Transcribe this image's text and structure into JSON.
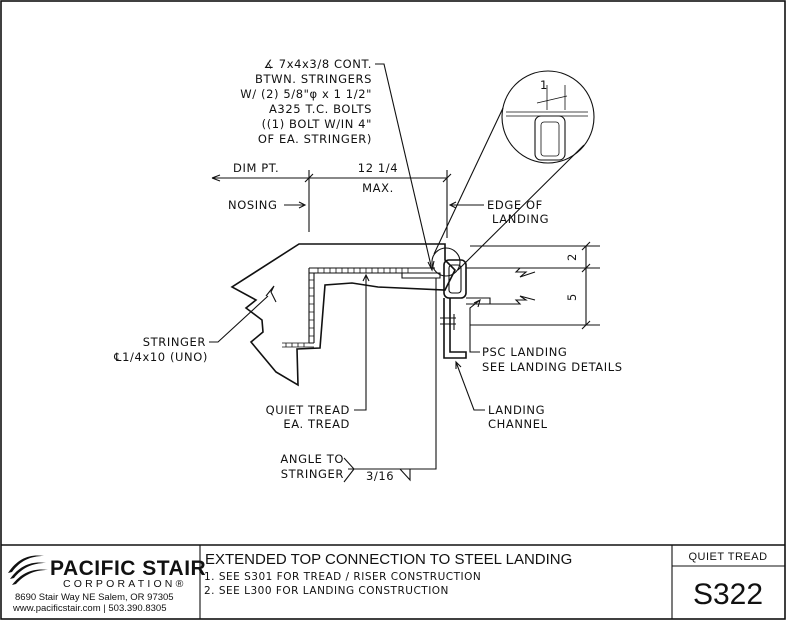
{
  "labels": {
    "angle_callout": [
      "∡ 7x4x3/8 CONT.",
      "BTWN. STRINGERS",
      "W/ (2) 5/8\"φ x 1 1/2\"",
      "A325 T.C. BOLTS",
      "((1) BOLT W/IN 4\"",
      "OF EA. STRINGER)"
    ],
    "dim_pt": "DIM PT.",
    "dim_value": "12 1/4",
    "dim_max": "MAX.",
    "nosing": "NOSING",
    "edge_of_landing": [
      "EDGE OF",
      "LANDING"
    ],
    "stringer": [
      "STRINGER",
      "℄1/4x10 (UNO)"
    ],
    "quiet_tread": [
      "QUIET TREAD",
      "EA. TREAD"
    ],
    "angle_to_stringer": [
      "ANGLE TO",
      "STRINGER"
    ],
    "weld_size": "3/16",
    "psc_landing": [
      "PSC LANDING",
      "SEE LANDING DETAILS"
    ],
    "landing_channel": [
      "LANDING",
      "CHANNEL"
    ],
    "dim_2": "2",
    "dim_5": "5",
    "detail_dim": "1"
  },
  "title_block": {
    "company": "PACIFIC STAIR",
    "corporation": "CORPORATION®",
    "address": "8690 Stair Way NE Salem, OR 97305",
    "contact": "www.pacificstair.com  |  503.390.8305",
    "title": "EXTENDED TOP CONNECTION TO STEEL LANDING",
    "notes": [
      "1. SEE S301 FOR TREAD / RISER CONSTRUCTION",
      "2. SEE L300 FOR LANDING CONSTRUCTION"
    ],
    "category": "QUIET TREAD",
    "sheet_number": "S322"
  }
}
